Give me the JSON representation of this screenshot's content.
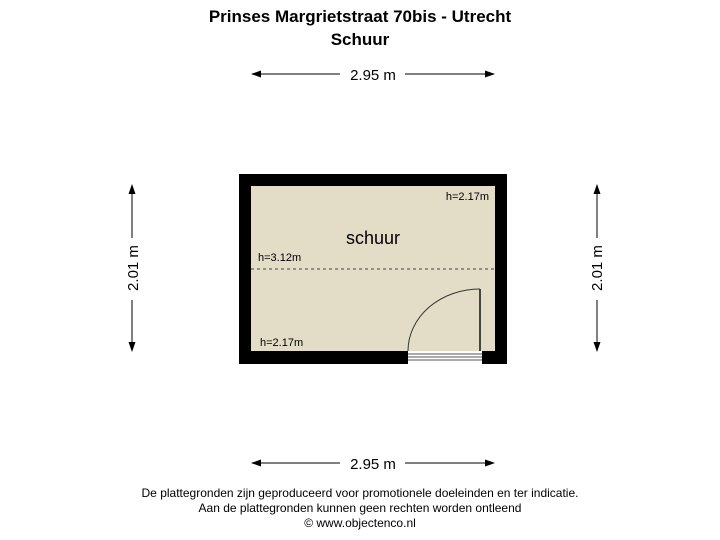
{
  "header": {
    "address": "Prinses Margrietstraat 70bis - Utrecht",
    "floor": "Schuur"
  },
  "plan": {
    "room_name": "schuur",
    "heights": [
      "h=2.17m",
      "h=3.12m",
      "h=2.17m"
    ],
    "dimensions": {
      "width_top": "2.95 m",
      "width_bottom": "2.95 m",
      "depth_left": "2.01 m",
      "depth_right": "2.01 m"
    },
    "colors": {
      "floor_fill": "#e3dcc6",
      "wall": "#000000"
    }
  },
  "footer": {
    "line1": "De plattegronden zijn geproduceerd voor promotionele doeleinden en ter indicatie.",
    "line2": "Aan de plattegronden kunnen geen rechten worden ontleend",
    "line3": "© www.objectenco.nl"
  }
}
